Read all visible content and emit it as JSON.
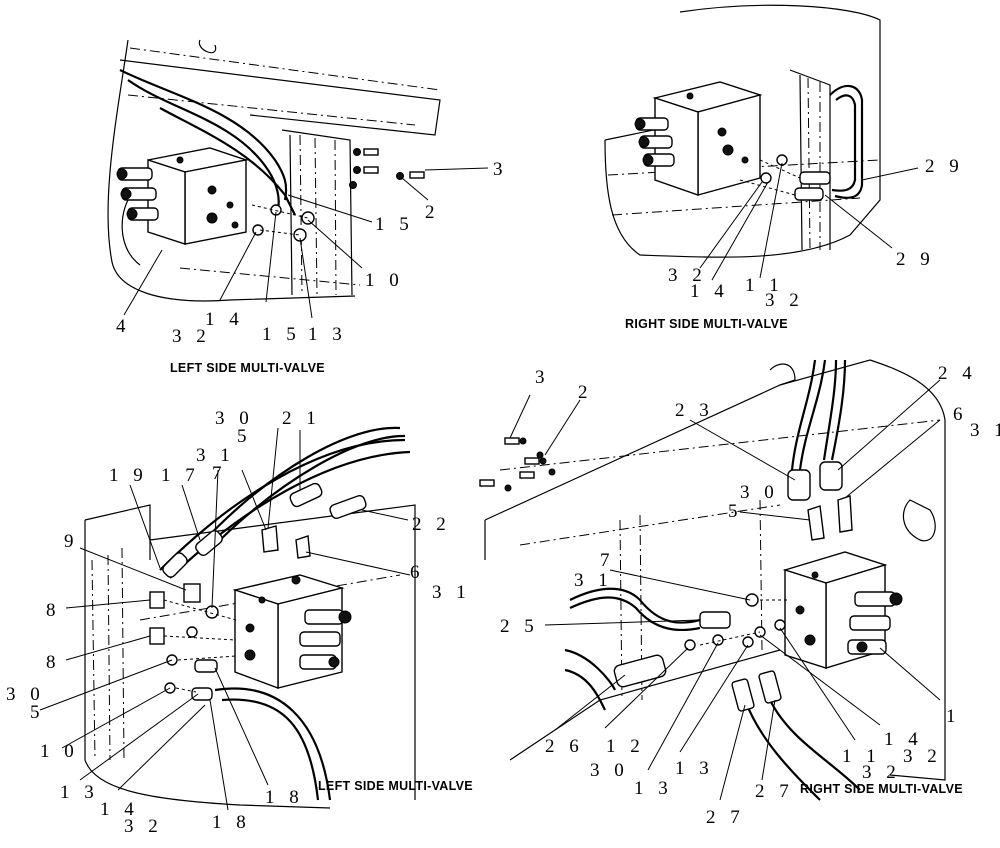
{
  "captions": {
    "top_left": "LEFT SIDE MULTI-VALVE",
    "top_right": "RIGHT SIDE MULTI-VALVE",
    "bottom_left": "LEFT SIDE MULTI-VALVE",
    "bottom_right": "RIGHT SIDE MULTI-VALVE"
  },
  "callouts": {
    "top_left": [
      "3",
      "2",
      "1 5",
      "1 0",
      "1 3",
      "1 5",
      "1 4",
      "3 2",
      "4"
    ],
    "top_right": [
      "2 9",
      "2 9",
      "3 2",
      "1 4",
      "1 1",
      "3 2"
    ],
    "bottom_left": [
      "3 0",
      "2 1",
      "5",
      "3 1",
      "7",
      "1 9",
      "1 7",
      "9",
      "2 2",
      "6",
      "3 1",
      "8",
      "8",
      "3 0",
      "5",
      "1 0",
      "1 3",
      "1 4",
      "3 2",
      "1 8",
      "1 8"
    ],
    "bottom_right": [
      "3",
      "2",
      "2 3",
      "2 4",
      "6",
      "3 1",
      "3 0",
      "5",
      "7",
      "3 1",
      "2 5",
      "2 6",
      "1 2",
      "3 0",
      "1 3",
      "1 3",
      "1 4",
      "1 1",
      "3 2",
      "3 2",
      "2 7",
      "2 7",
      "1"
    ]
  }
}
